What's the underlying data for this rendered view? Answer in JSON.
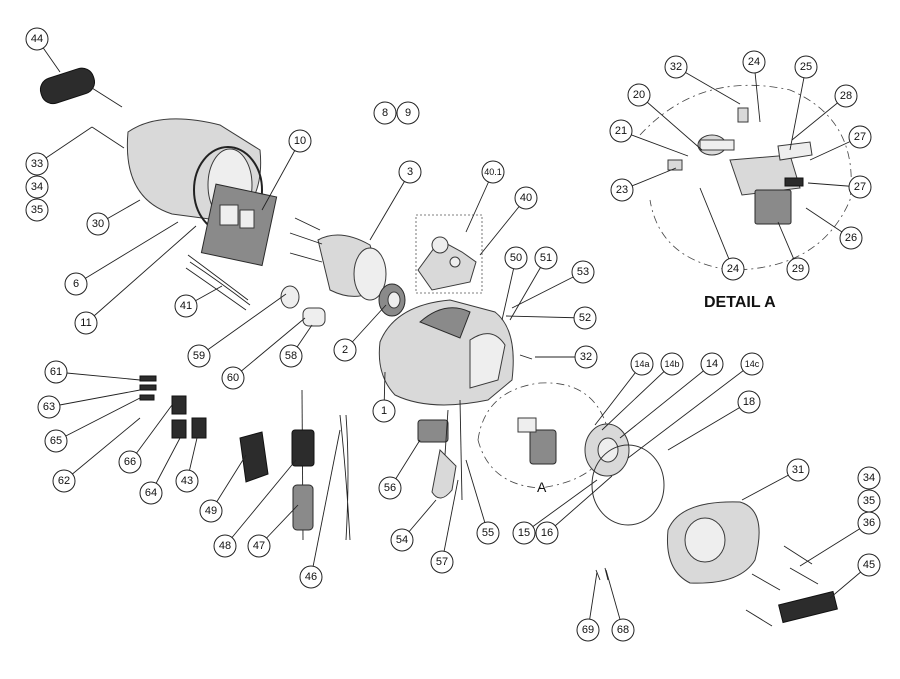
{
  "detail_title": "DETAIL A",
  "view_label": "A",
  "callouts": [
    {
      "label": "44"
    },
    {
      "label": "33"
    },
    {
      "label": "34"
    },
    {
      "label": "35"
    },
    {
      "label": "30"
    },
    {
      "label": "10"
    },
    {
      "label": "8"
    },
    {
      "label": "9"
    },
    {
      "label": "3"
    },
    {
      "label": "6"
    },
    {
      "label": "11"
    },
    {
      "label": "41"
    },
    {
      "label": "40.1"
    },
    {
      "label": "40"
    },
    {
      "label": "59"
    },
    {
      "label": "60"
    },
    {
      "label": "58"
    },
    {
      "label": "2"
    },
    {
      "label": "50"
    },
    {
      "label": "51"
    },
    {
      "label": "53"
    },
    {
      "label": "52"
    },
    {
      "label": "32"
    },
    {
      "label": "1"
    },
    {
      "label": "61"
    },
    {
      "label": "63"
    },
    {
      "label": "65"
    },
    {
      "label": "62"
    },
    {
      "label": "66"
    },
    {
      "label": "64"
    },
    {
      "label": "43"
    },
    {
      "label": "49"
    },
    {
      "label": "48"
    },
    {
      "label": "47"
    },
    {
      "label": "46"
    },
    {
      "label": "56"
    },
    {
      "label": "54"
    },
    {
      "label": "57"
    },
    {
      "label": "55"
    },
    {
      "label": "14a"
    },
    {
      "label": "14b"
    },
    {
      "label": "14"
    },
    {
      "label": "14c"
    },
    {
      "label": "18"
    },
    {
      "label": "15"
    },
    {
      "label": "16"
    },
    {
      "label": "31"
    },
    {
      "label": "34"
    },
    {
      "label": "35"
    },
    {
      "label": "36"
    },
    {
      "label": "45"
    },
    {
      "label": "69"
    },
    {
      "label": "68"
    },
    {
      "label": "32"
    },
    {
      "label": "24"
    },
    {
      "label": "25"
    },
    {
      "label": "20"
    },
    {
      "label": "28"
    },
    {
      "label": "21"
    },
    {
      "label": "27"
    },
    {
      "label": "23"
    },
    {
      "label": "27"
    },
    {
      "label": "26"
    },
    {
      "label": "24"
    },
    {
      "label": "29"
    }
  ]
}
